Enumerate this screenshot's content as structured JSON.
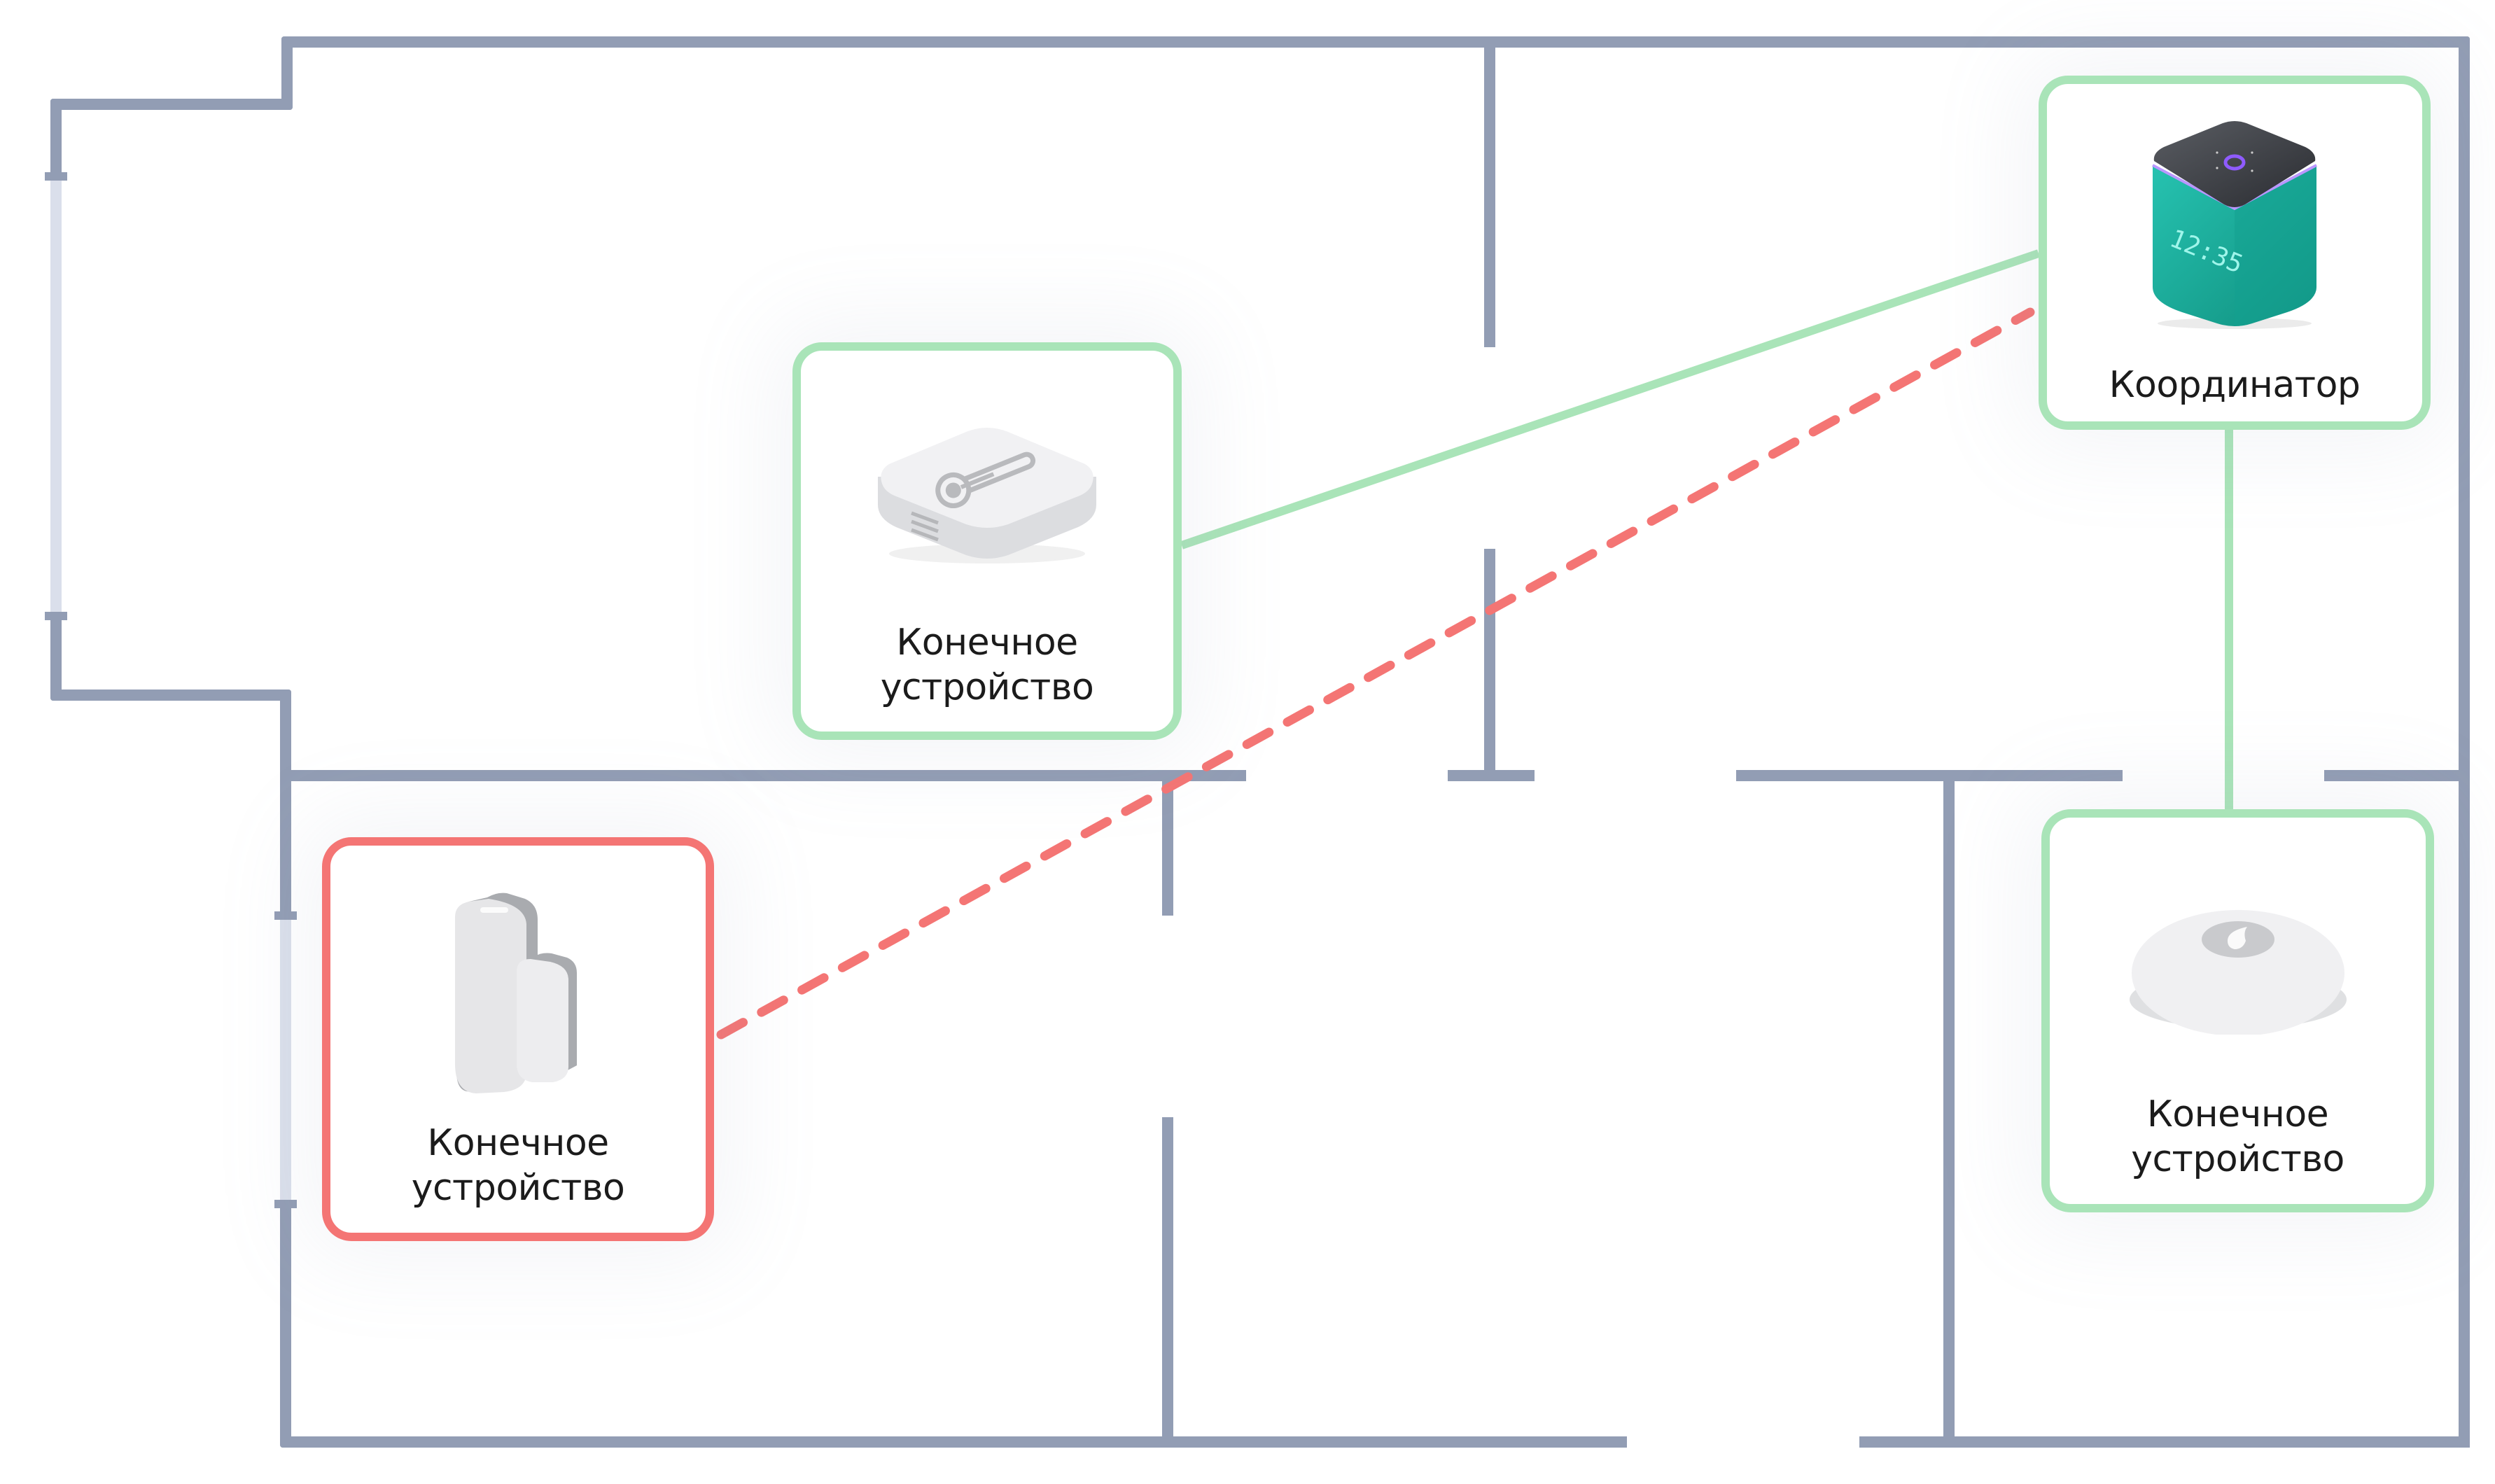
{
  "diagram": {
    "title": "Zigbee network floor plan",
    "colors": {
      "wall": "#929DB4",
      "window": "#DADFEB",
      "link_ok": "#A9E4B8",
      "link_bad": "#F47574",
      "label_text": "#1B1B1B"
    },
    "nodes": [
      {
        "id": "coordinator",
        "label": "Координатор",
        "role": "coordinator",
        "status": "ok",
        "device_icon": "smart-speaker-icon",
        "display_time": "12:35"
      },
      {
        "id": "temp-sensor",
        "label_line1": "Конечное",
        "label_line2": "устройство",
        "role": "end-device",
        "status": "ok",
        "device_icon": "thermometer-sensor-icon"
      },
      {
        "id": "door-sensor",
        "label_line1": "Конечное",
        "label_line2": "устройство",
        "role": "end-device",
        "status": "error",
        "device_icon": "door-sensor-icon"
      },
      {
        "id": "leak-sensor",
        "label_line1": "Конечное",
        "label_line2": "устройство",
        "role": "end-device",
        "status": "ok",
        "device_icon": "water-leak-sensor-icon"
      }
    ],
    "links": [
      {
        "from": "temp-sensor",
        "to": "coordinator",
        "style": "solid",
        "status": "ok"
      },
      {
        "from": "leak-sensor",
        "to": "coordinator",
        "style": "solid",
        "status": "ok"
      },
      {
        "from": "door-sensor",
        "to": "coordinator",
        "style": "dashed",
        "status": "error"
      }
    ]
  }
}
